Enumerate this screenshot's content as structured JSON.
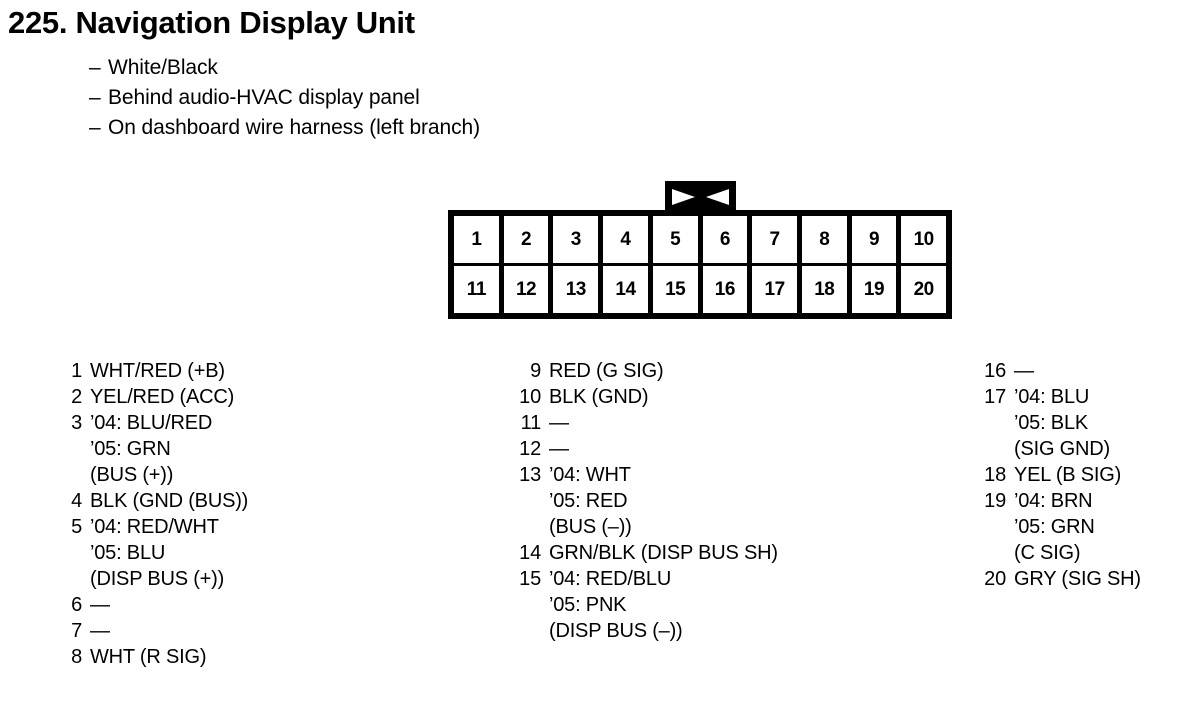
{
  "page": {
    "title": "225. Navigation Display Unit",
    "bullet_marker": "–",
    "bullets": [
      "White/Black",
      "Behind audio-HVAC display panel",
      "On dashboard wire harness (left branch)"
    ]
  },
  "connector": {
    "tab_icon": "bowtie-latch-icon",
    "rows": [
      [
        "1",
        "2",
        "3",
        "4",
        "5",
        "6",
        "7",
        "8",
        "9",
        "10"
      ],
      [
        "11",
        "12",
        "13",
        "14",
        "15",
        "16",
        "17",
        "18",
        "19",
        "20"
      ]
    ]
  },
  "pin_columns": [
    {
      "name": "pins-1-8",
      "entries": [
        {
          "num": "1",
          "lines": [
            "WHT/RED (+B)"
          ]
        },
        {
          "num": "2",
          "lines": [
            "YEL/RED (ACC)"
          ]
        },
        {
          "num": "3",
          "lines": [
            "’04: BLU/RED",
            "’05: GRN",
            "(BUS (+))"
          ]
        },
        {
          "num": "4",
          "lines": [
            "BLK (GND (BUS))"
          ]
        },
        {
          "num": "5",
          "lines": [
            "’04: RED/WHT",
            "’05: BLU",
            "(DISP BUS (+))"
          ]
        },
        {
          "num": "6",
          "lines": [
            "—"
          ]
        },
        {
          "num": "7",
          "lines": [
            "—"
          ]
        },
        {
          "num": "8",
          "lines": [
            "WHT (R SIG)"
          ]
        }
      ]
    },
    {
      "name": "pins-9-15",
      "entries": [
        {
          "num": "9",
          "lines": [
            "RED (G SIG)"
          ]
        },
        {
          "num": "10",
          "lines": [
            "BLK (GND)"
          ]
        },
        {
          "num": "11",
          "lines": [
            "—"
          ]
        },
        {
          "num": "12",
          "lines": [
            "—"
          ]
        },
        {
          "num": "13",
          "lines": [
            "’04: WHT",
            "’05: RED",
            "(BUS (–))"
          ]
        },
        {
          "num": "14",
          "lines": [
            "GRN/BLK (DISP BUS SH)"
          ]
        },
        {
          "num": "15",
          "lines": [
            "’04: RED/BLU",
            "’05: PNK",
            "(DISP BUS (–))"
          ]
        }
      ]
    },
    {
      "name": "pins-16-20",
      "entries": [
        {
          "num": "16",
          "lines": [
            "—"
          ]
        },
        {
          "num": "17",
          "lines": [
            "’04: BLU",
            "’05: BLK",
            "(SIG GND)"
          ]
        },
        {
          "num": "18",
          "lines": [
            "YEL (B SIG)"
          ]
        },
        {
          "num": "19",
          "lines": [
            "’04: BRN",
            "’05: GRN",
            "(C SIG)"
          ]
        },
        {
          "num": "20",
          "lines": [
            "GRY (SIG SH)"
          ]
        }
      ]
    }
  ]
}
